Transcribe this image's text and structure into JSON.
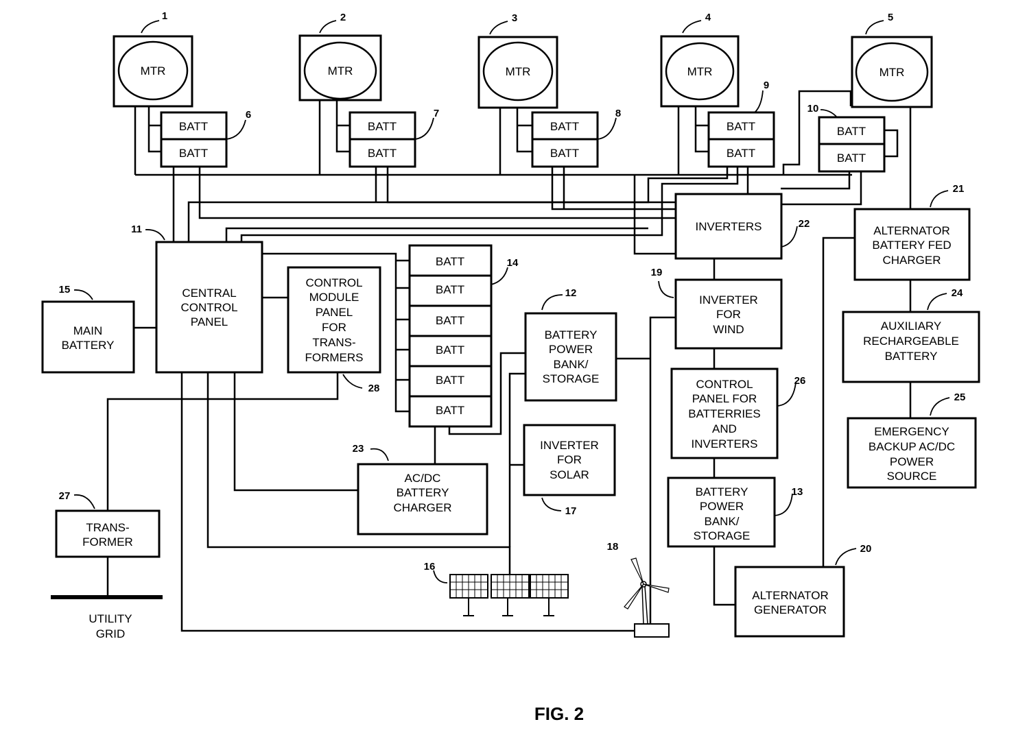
{
  "motors": [
    {
      "ref": "1",
      "label": "MTR"
    },
    {
      "ref": "2",
      "label": "MTR"
    },
    {
      "ref": "3",
      "label": "MTR"
    },
    {
      "ref": "4",
      "label": "MTR"
    },
    {
      "ref": "5",
      "label": "MTR"
    }
  ],
  "battery_pairs": [
    {
      "ref": "6",
      "top": "BATT",
      "bottom": "BATT"
    },
    {
      "ref": "7",
      "top": "BATT",
      "bottom": "BATT"
    },
    {
      "ref": "8",
      "top": "BATT",
      "bottom": "BATT"
    },
    {
      "ref": "9",
      "top": "BATT",
      "bottom": "BATT"
    },
    {
      "ref": "10",
      "top": "BATT",
      "bottom": "BATT"
    }
  ],
  "central_control_panel": {
    "ref": "11",
    "lines": [
      "CENTRAL",
      "CONTROL",
      "PANEL"
    ]
  },
  "main_battery": {
    "ref": "15",
    "lines": [
      "MAIN",
      "BATTERY"
    ]
  },
  "control_module_panel": {
    "ref": "28",
    "lines": [
      "CONTROL",
      "MODULE",
      "PANEL",
      "FOR",
      "TRANS-",
      "FORMERS"
    ]
  },
  "battery_stack": {
    "ref": "14",
    "cells": [
      "BATT",
      "BATT",
      "BATT",
      "BATT",
      "BATT",
      "BATT"
    ]
  },
  "battery_power_bank_12": {
    "ref": "12",
    "lines": [
      "BATTERY",
      "POWER",
      "BANK/",
      "STORAGE"
    ]
  },
  "inverter_for_solar": {
    "ref": "17",
    "lines": [
      "INVERTER",
      "FOR",
      "SOLAR"
    ]
  },
  "ac_dc_battery_charger": {
    "ref": "23",
    "lines": [
      "AC/DC",
      "BATTERY",
      "CHARGER"
    ]
  },
  "transformer": {
    "ref": "27",
    "lines": [
      "TRANS-",
      "FORMER"
    ]
  },
  "utility_grid": {
    "lines": [
      "UTILITY",
      "GRID"
    ]
  },
  "solar_panels": {
    "ref": "16"
  },
  "wind_turbine": {
    "ref": "18"
  },
  "inverters": {
    "ref": "22",
    "lines": [
      "INVERTERS"
    ]
  },
  "inverter_for_wind": {
    "ref": "19",
    "lines": [
      "INVERTER",
      "FOR",
      "WIND"
    ]
  },
  "control_panel_batteries_inverters": {
    "ref": "26",
    "lines": [
      "CONTROL",
      "PANEL FOR",
      "BATTERRIES",
      "AND",
      "INVERTERS"
    ]
  },
  "battery_power_bank_13": {
    "ref": "13",
    "lines": [
      "BATTERY",
      "POWER",
      "BANK/",
      "STORAGE"
    ]
  },
  "alternator_generator": {
    "ref": "20",
    "lines": [
      "ALTERNATOR",
      "GENERATOR"
    ]
  },
  "alternator_battery_fed_charger": {
    "ref": "21",
    "lines": [
      "ALTERNATOR",
      "BATTERY FED",
      "CHARGER"
    ]
  },
  "auxiliary_rechargeable_battery": {
    "ref": "24",
    "lines": [
      "AUXILIARY",
      "RECHARGEABLE",
      "BATTERY"
    ]
  },
  "emergency_backup": {
    "ref": "25",
    "lines": [
      "EMERGENCY",
      "BACKUP AC/DC",
      "POWER",
      "SOURCE"
    ]
  },
  "figure_label": "FIG. 2"
}
